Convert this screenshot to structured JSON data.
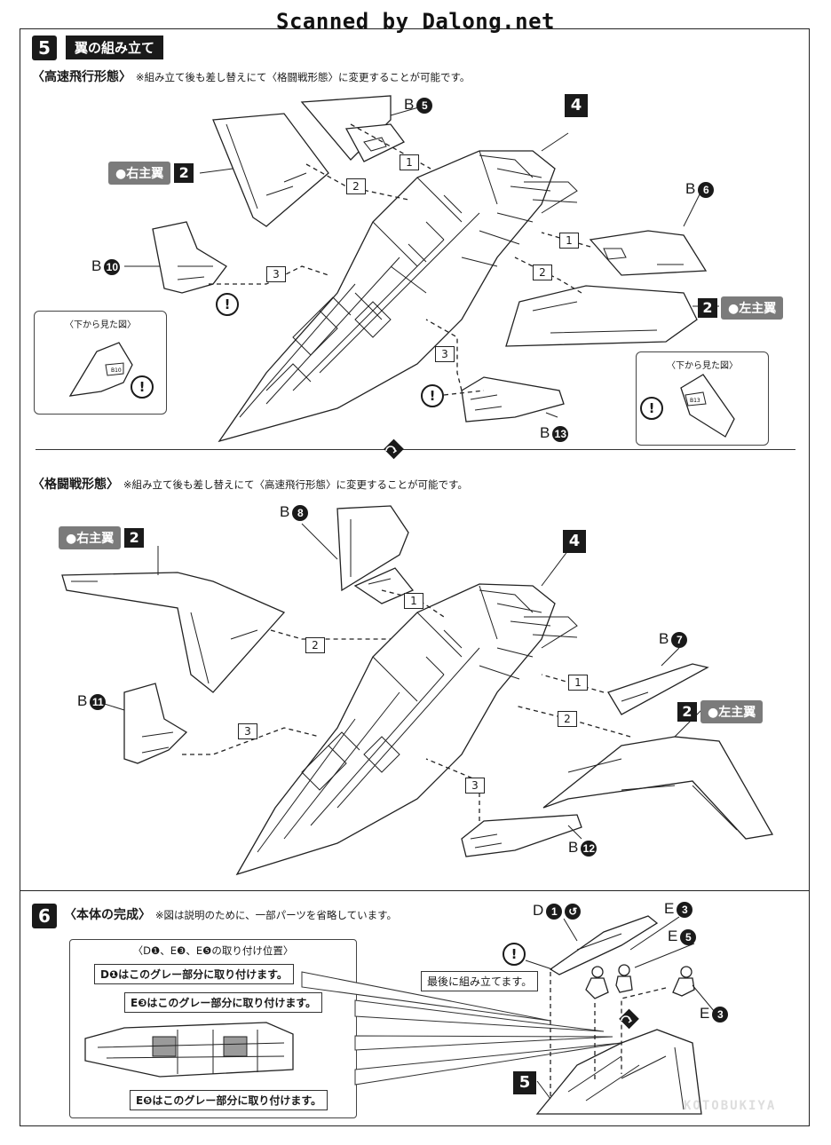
{
  "scan_credit": "Scanned by Dalong.net",
  "step5": {
    "number": "5",
    "title": "翼の組み立て",
    "high_speed": {
      "mode_label": "〈高速飛行形態〉",
      "note": "※組み立て後も差し替えにて〈格闘戦形態〉に変更することが可能です。",
      "right_wing": "●右主翼",
      "left_wing": "●左主翼",
      "wing_qty": "2",
      "fuselage_ref": "4",
      "part_b5_letter": "B",
      "part_b5_num": "5",
      "part_b6_letter": "B",
      "part_b6_num": "6",
      "part_b10_letter": "B",
      "part_b10_num": "10",
      "part_b13_letter": "B",
      "part_b13_num": "13",
      "steps": [
        "1",
        "2",
        "3"
      ],
      "warn": "!",
      "inset_caption": "〈下から見た図〉",
      "inset_part_b10": "B10",
      "inset_part_b13": "B13"
    },
    "combat": {
      "mode_label": "〈格闘戦形態〉",
      "note": "※組み立て後も差し替えにて〈高速飛行形態〉に変更することが可能です。",
      "right_wing": "●右主翼",
      "left_wing": "●左主翼",
      "wing_qty": "2",
      "fuselage_ref": "4",
      "part_b8_letter": "B",
      "part_b8_num": "8",
      "part_b7_letter": "B",
      "part_b7_num": "7",
      "part_b11_letter": "B",
      "part_b11_num": "11",
      "part_b12_letter": "B",
      "part_b12_num": "12",
      "steps": [
        "1",
        "2",
        "3"
      ]
    }
  },
  "step6": {
    "number": "6",
    "title": "〈本体の完成〉",
    "note": "※図は説明のために、一部パーツを省略しています。",
    "position_caption": "〈D❶、E❸、E❺の取り付け位置〉",
    "callout_d1": "D❶はこのグレー部分に取り付けます。",
    "callout_e3": "E❸はこのグレー部分に取り付けます。",
    "callout_e5": "E❺はこのグレー部分に取り付けます。",
    "assemble_last": "最後に組み立てます。",
    "fuselage_ref": "5",
    "part_d1_letter": "D",
    "part_d1_num": "1",
    "part_e3_letter": "E",
    "part_e3_num": "3",
    "part_e5_letter": "E",
    "part_e5_num": "5",
    "part_e3b_letter": "E",
    "part_e3b_num": "3",
    "warn": "!",
    "brand": "KOTOBUKIYA"
  }
}
